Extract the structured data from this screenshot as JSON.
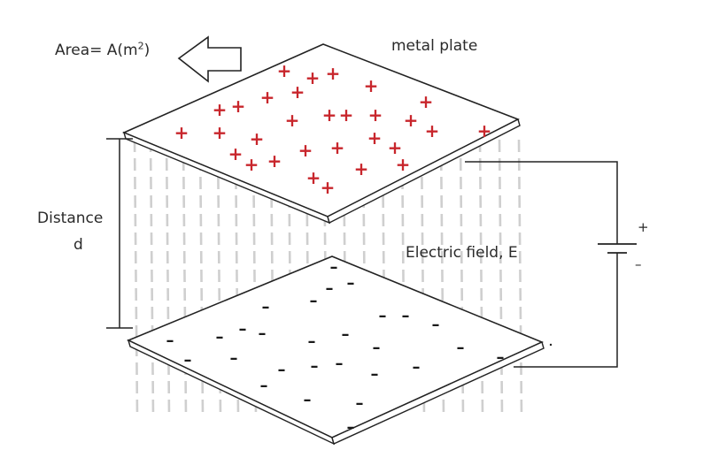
{
  "labels": {
    "area_prefix": "Area= A(m",
    "area_exp": "2",
    "area_suffix": ")",
    "metal_plate": "metal plate",
    "distance": "Distance",
    "d": "d",
    "electric_field": "Electric field, E",
    "plus_terminal": "+",
    "minus_terminal": "–"
  },
  "symbols": {
    "plus": "+",
    "minus": "–"
  },
  "colors": {
    "positive": "#c8262c",
    "negative": "#1a1a1a",
    "lines": "#222222",
    "field": "#cfcfcf"
  },
  "icons": [
    "arrow-left-icon",
    "battery-icon"
  ]
}
